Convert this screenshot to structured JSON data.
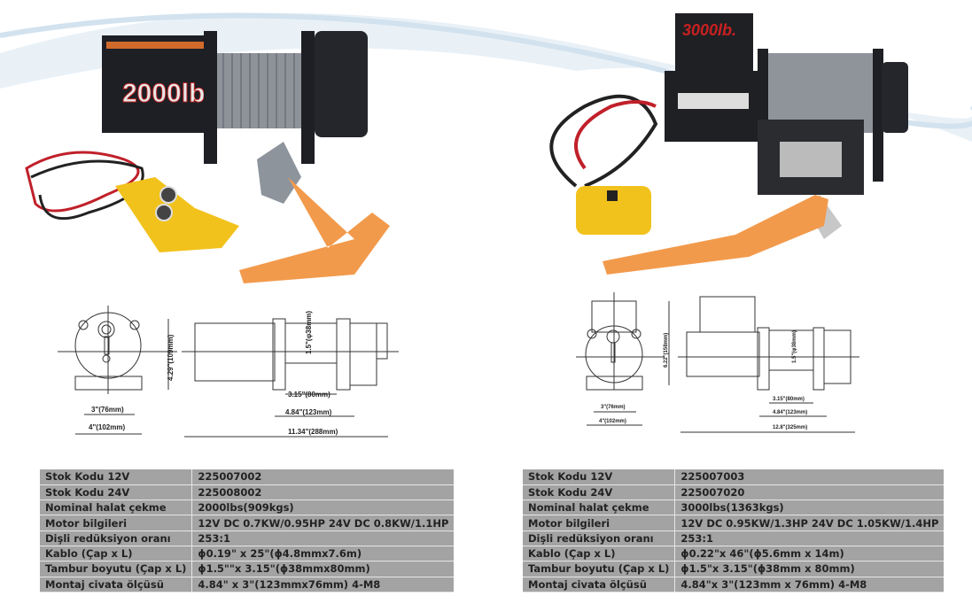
{
  "products": [
    {
      "badge": "2000lb.",
      "drawing": {
        "height": "4.29\"(109mm)",
        "drum_dia": "1.5\"(φ38mm)",
        "base_inner": "3\"(76mm)",
        "base_outer": "4\"(102mm)",
        "drum_len": "3.15\"(80mm)",
        "mount": "4.84\"(123mm)",
        "total": "11.34\"(288mm)"
      },
      "specs": [
        {
          "label": "Stok Kodu 12V",
          "value": "225007002"
        },
        {
          "label": "Stok Kodu 24V",
          "value": "225008002"
        },
        {
          "label": "Nominal halat çekme",
          "value": "2000lbs(909kgs)"
        },
        {
          "label": "Motor bilgileri",
          "value": "12V DC 0.7KW/0.95HP 24V DC 0.8KW/1.1HP"
        },
        {
          "label": "Dişli redüksiyon oranı",
          "value": "253:1"
        },
        {
          "label": "Kablo (Çap x L)",
          "value": "ϕ0.19\" x 25\"(ϕ4.8mmx7.6m)"
        },
        {
          "label": "Tambur boyutu (Çap x L)",
          "value": "ϕ1.5\"\"x 3.15\"(ϕ38mmx80mm)"
        },
        {
          "label": "Montaj civata ölçüsü",
          "value": "4.84\" x 3\"(123mmx76mm) 4-M8"
        }
      ]
    },
    {
      "badge": "3000lb.",
      "drawing": {
        "height": "6.22\"(158mm)",
        "drum_dia": "1.5\"(φ38mm)",
        "base_inner": "3\"(76mm)",
        "base_outer": "4\"(102mm)",
        "drum_len": "3.15\"(80mm)",
        "mount": "4.84\"(123mm)",
        "total": "12.8\"(325mm)"
      },
      "specs": [
        {
          "label": "Stok Kodu 12V",
          "value": "225007003"
        },
        {
          "label": "Stok Kodu 24V",
          "value": "225007020"
        },
        {
          "label": "Nominal halat çekme",
          "value": "3000lbs(1363kgs)"
        },
        {
          "label": "Motor bilgileri",
          "value": "12V DC 0.95KW/1.3HP 24V DC 1.05KW/1.4HP"
        },
        {
          "label": "Dişli redüksiyon oranı",
          "value": "253:1"
        },
        {
          "label": "Kablo (Çap x L)",
          "value": "ϕ0.22\"x 46\"(ϕ5.6mm x 14m)"
        },
        {
          "label": "Tambur boyutu (Çap x L)",
          "value": "ϕ1.5\"x 3.15\"(ϕ38mm x 80mm)"
        },
        {
          "label": "Montaj civata ölçüsü",
          "value": "4.84\"x 3\"(123mm x 76mm) 4-M8"
        }
      ]
    }
  ]
}
